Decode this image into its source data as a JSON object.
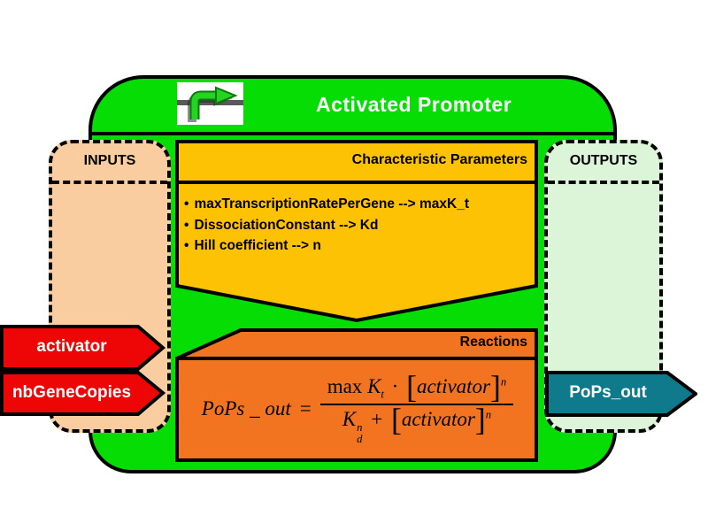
{
  "header": {
    "title": "Activated Promoter",
    "icon": "promoter-arrow-icon"
  },
  "panels": {
    "inputs": {
      "label": "INPUTS"
    },
    "outputs": {
      "label": "OUTPUTS"
    }
  },
  "parameters_box": {
    "title": "Characteristic Parameters",
    "bullet": "•",
    "items": [
      "maxTranscriptionRatePerGene --> maxK_t",
      "DissociationConstant --> Kd",
      "Hill coefficient --> n"
    ]
  },
  "reactions_box": {
    "title": "Reactions",
    "formula": {
      "lhs": "PoPs _ out",
      "equals": "=",
      "num_max": "max",
      "num_K": "K",
      "num_K_sub": "t",
      "num_dot": "·",
      "num_bracket_open": "[",
      "num_species": "activator",
      "num_bracket_close": "]",
      "num_exp": "n",
      "den_K": "K",
      "den_K_sup": "n",
      "den_K_sub": "d",
      "den_plus": "+",
      "den_bracket_open": "[",
      "den_species": "activator",
      "den_bracket_close": "]",
      "den_exp": "n"
    }
  },
  "input_ports": [
    {
      "label": "activator"
    },
    {
      "label": "nbGeneCopies"
    }
  ],
  "output_ports": [
    {
      "label": "PoPs_out"
    }
  ],
  "colors": {
    "container_green": "#05dd05",
    "params_yellow": "#fdc204",
    "reactions_orange": "#f37420",
    "inputs_peach": "#f9cda0",
    "outputs_green": "#dcf5d8",
    "port_red": "#ee0606",
    "port_teal": "#0e7a8b"
  }
}
